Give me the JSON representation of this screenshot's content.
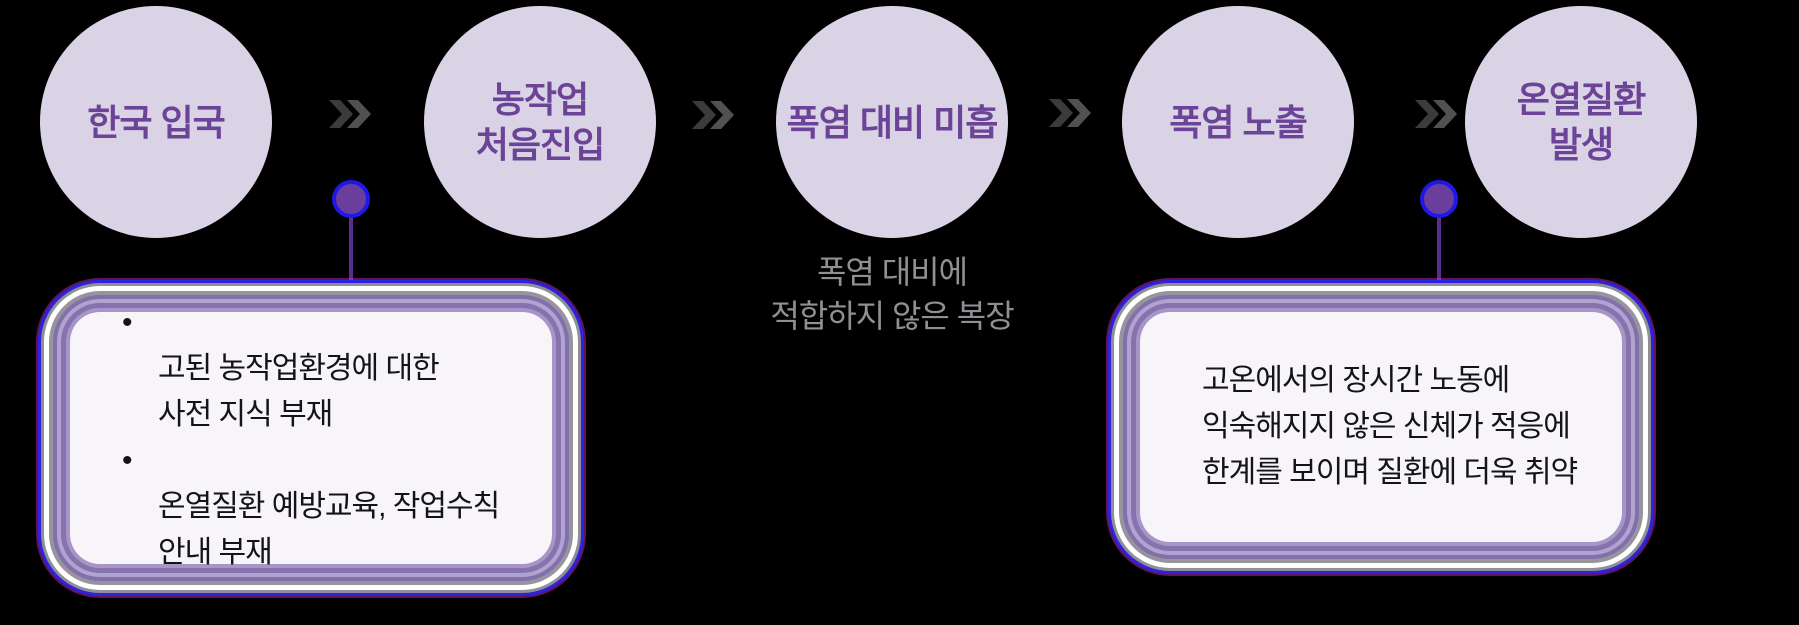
{
  "diagram": {
    "title_semantic": "heat-illness-risk-flow",
    "steps": [
      {
        "label": "한국 입국"
      },
      {
        "label": "농작업\n처음진입"
      },
      {
        "label": "폭염 대비 미흡"
      },
      {
        "label": "폭염 노출"
      },
      {
        "label": "온열질환\n발생"
      }
    ],
    "arrow_icon": "double-chevron-right",
    "caption_under_step3": "폭염 대비에\n적합하지 않은 복장",
    "callout_left": {
      "bullet_glyph": "•",
      "items": [
        "고된 농작업환경에 대한\n사전 지식 부재",
        "온열질환 예방교육, 작업수칙\n안내 부재"
      ]
    },
    "callout_right": {
      "text": "고온에서의 장시간 노동에\n익숙해지지 않은 신체가 적응에\n한계를 보이며 질환에 더욱 취약"
    },
    "colors": {
      "background": "#000000",
      "circle_fill": "#DAD3E5",
      "circle_text": "#6B4397",
      "arrow_gray_dark": "#3B3B3B",
      "arrow_gray_light": "#515151",
      "caption_gray": "#909094",
      "callout_fill": "#F7F5FA",
      "callout_text": "#141414",
      "callout_border_purple": "#8673AE",
      "connector_purple": "#5B2D8E",
      "connector_dot_fill": "#6B3E9D",
      "connector_dot_ring": "#2018E8"
    }
  }
}
